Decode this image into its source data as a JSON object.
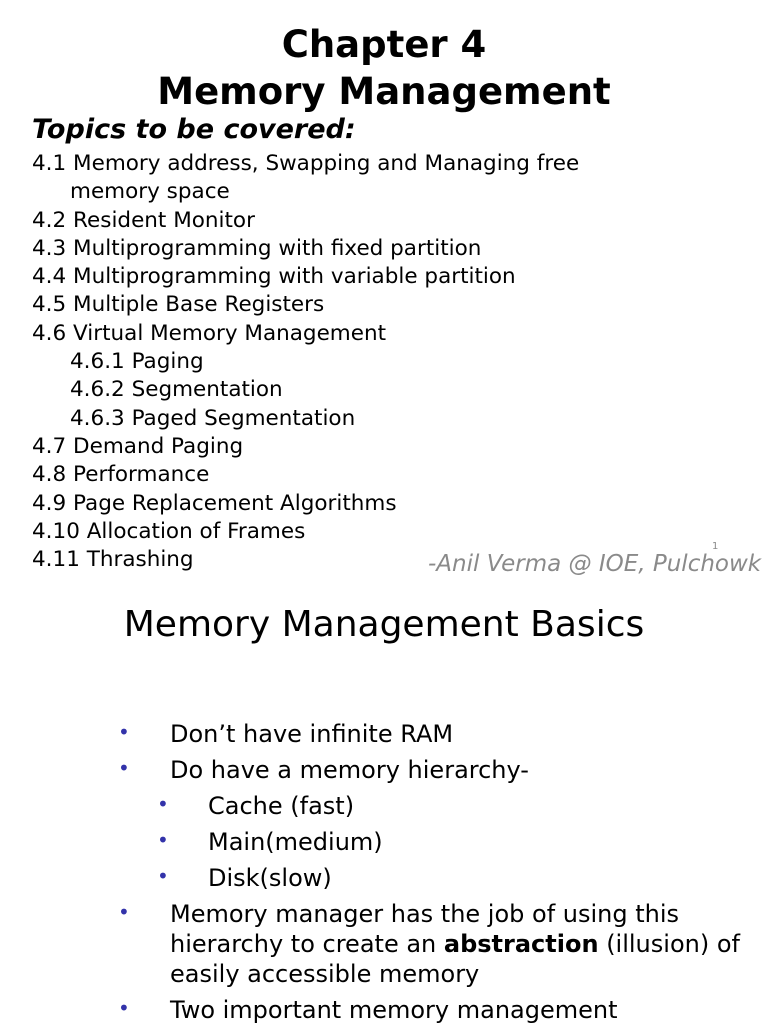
{
  "slide1": {
    "title_line1": "Chapter 4",
    "title_line2": "Memory Management",
    "topics_heading": "Topics to be covered:",
    "topics": [
      {
        "number": "4.1",
        "text": "Memory address, Swapping and Managing free",
        "continuation": "memory space"
      },
      {
        "number": "4.2",
        "text": "Resident Monitor"
      },
      {
        "number": "4.3",
        "text": "Multiprogramming with fixed partition"
      },
      {
        "number": "4.4",
        "text": "Multiprogramming with variable partition"
      },
      {
        "number": "4.5",
        "text": "Multiple Base Registers"
      },
      {
        "number": "4.6",
        "text": "Virtual Memory Management"
      },
      {
        "number": "4.6.1",
        "text": "Paging"
      },
      {
        "number": "4.6.2",
        "text": "Segmentation"
      },
      {
        "number": "4.6.3",
        "text": "Paged Segmentation"
      },
      {
        "number": "4.7",
        "text": "Demand Paging"
      },
      {
        "number": "4.8",
        "text": "Performance"
      },
      {
        "number": "4.9",
        "text": "Page Replacement Algorithms"
      },
      {
        "number": "4.10",
        "text": "Allocation of Frames"
      },
      {
        "number": "4.11",
        "text": "Thrashing"
      }
    ],
    "credit": "-Anil Verma @ IOE, Pulchowk",
    "slide_number": "1"
  },
  "slide2": {
    "title": "Memory Management Basics",
    "bullet_glyph": "•",
    "bullets": {
      "b1": "Don’t have infinite RAM",
      "b2": "Do have a memory hierarchy-",
      "b2a": "Cache (fast)",
      "b2b": "Main(medium)",
      "b2c": "Disk(slow)",
      "b3_before": "Memory manager has the job of using this hierarchy to create an ",
      "b3_bold": "abstraction",
      "b3_after": " (illusion) of easily accessible memory",
      "b4": "Two important memory management"
    }
  },
  "colors": {
    "bullet": "#3333aa",
    "credit": "#8a8a8a",
    "text": "#000000",
    "background": "#ffffff"
  }
}
